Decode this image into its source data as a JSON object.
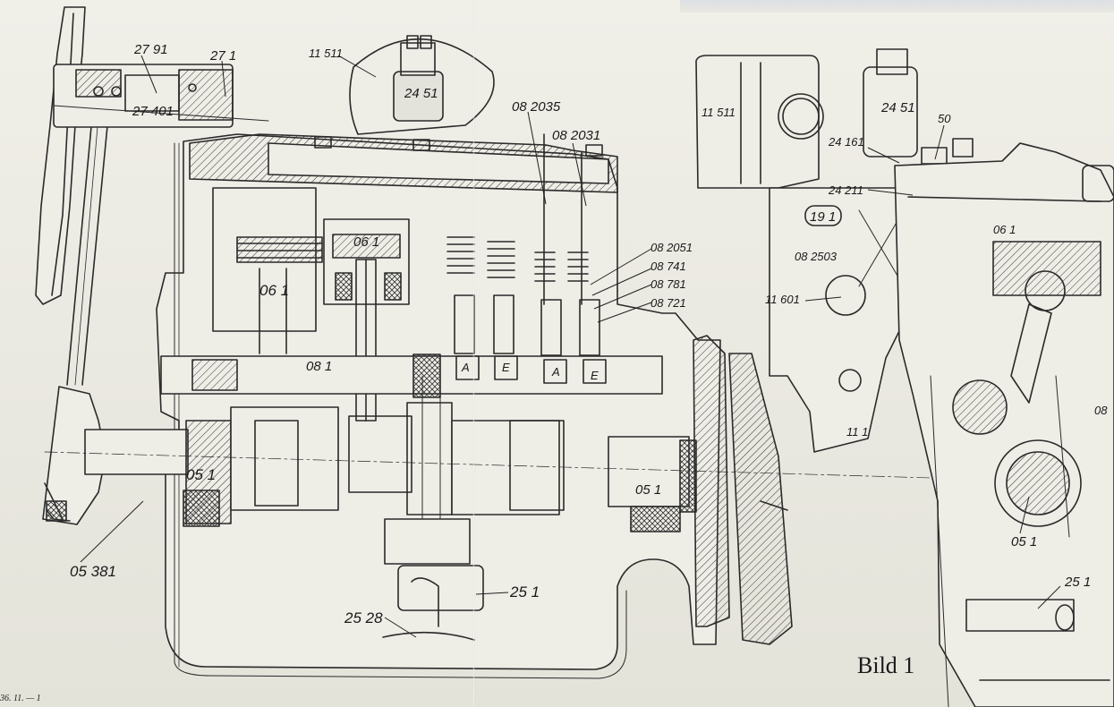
{
  "caption": "Bild 1",
  "sheet_ref": "36. 11. — 1",
  "labels": {
    "l_27_91": "27 91",
    "l_27_1": "27 1",
    "l_11_511_a": "11 511",
    "l_24_51_a": "24 51",
    "l_27_401": "27 401",
    "l_08_2035": "08 2035",
    "l_08_2031": "08 2031",
    "l_11_511_b": "11 511",
    "l_24_51_b": "24 51",
    "l_50": "50",
    "l_24_161": "24 161",
    "l_24_211": "24 211",
    "l_19_1": "19 1",
    "l_06_1_a": "06 1",
    "l_06_1_b": "06 1",
    "l_06_1_c": "06 1",
    "l_08_2503": "08 2503",
    "l_08_2051": "08 2051",
    "l_08_741": "08 741",
    "l_08_781": "08 781",
    "l_08_721": "08 721",
    "l_11_601": "11 601",
    "l_08_1": "08 1",
    "l_A_1": "A",
    "l_E_1": "E",
    "l_A_2": "A",
    "l_E_2": "E",
    "l_08_cut": "08",
    "l_11_1": "11 1",
    "l_05_1_a": "05 1",
    "l_05_1_b": "05 1",
    "l_05_1_c": "05 1",
    "l_05_381": "05 381",
    "l_25_1_a": "25 1",
    "l_25_28": "25 28",
    "l_25_1_b": "25 1"
  }
}
